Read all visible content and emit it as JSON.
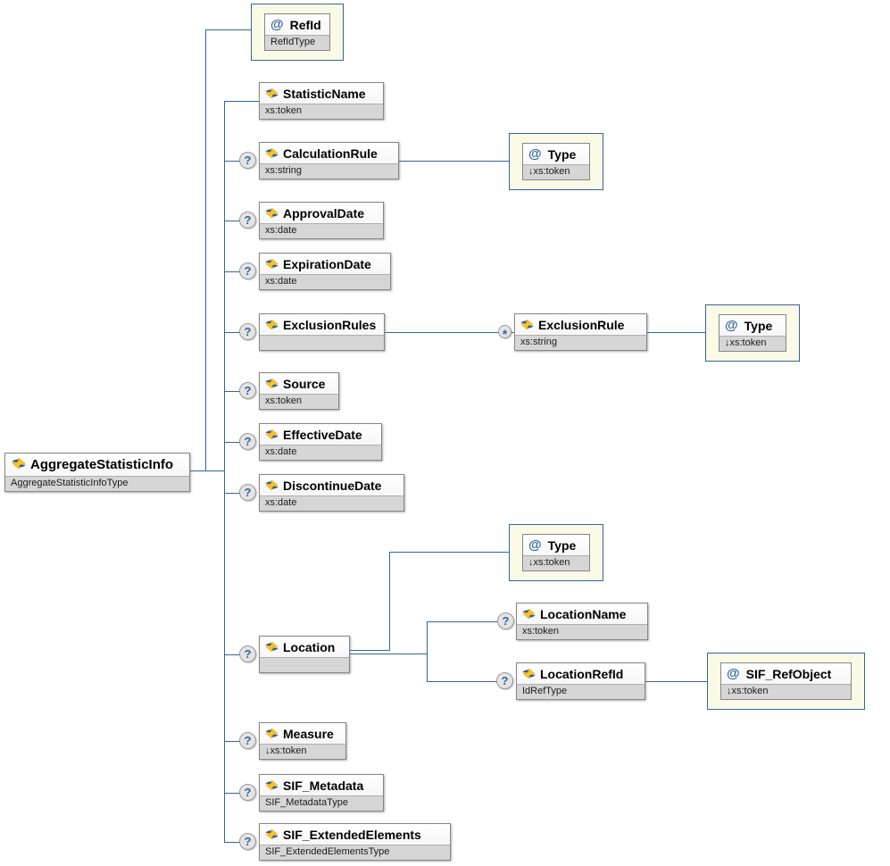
{
  "symbols": {
    "at": "@",
    "optional": "?",
    "repeat": "*"
  },
  "nodes": {
    "root": {
      "name": "AggregateStatisticInfo",
      "type": "AggregateStatisticInfoType"
    },
    "refid": {
      "name": "RefId",
      "type": "RefIdType"
    },
    "statisticName": {
      "name": "StatisticName",
      "type": "xs:token"
    },
    "calculationRule": {
      "name": "CalculationRule",
      "type": "xs:string"
    },
    "calcType": {
      "name": "Type",
      "type": "↓xs:token"
    },
    "approvalDate": {
      "name": "ApprovalDate",
      "type": "xs:date"
    },
    "expirationDate": {
      "name": "ExpirationDate",
      "type": "xs:date"
    },
    "exclusionRules": {
      "name": "ExclusionRules",
      "type": ""
    },
    "exclusionRule": {
      "name": "ExclusionRule",
      "type": "xs:string"
    },
    "exclType": {
      "name": "Type",
      "type": "↓xs:token"
    },
    "source": {
      "name": "Source",
      "type": "xs:token"
    },
    "effectiveDate": {
      "name": "EffectiveDate",
      "type": "xs:date"
    },
    "discontinueDate": {
      "name": "DiscontinueDate",
      "type": "xs:date"
    },
    "locType": {
      "name": "Type",
      "type": "↓xs:token"
    },
    "locationName": {
      "name": "LocationName",
      "type": "xs:token"
    },
    "location": {
      "name": "Location",
      "type": ""
    },
    "locationRefId": {
      "name": "LocationRefId",
      "type": "IdRefType"
    },
    "sifRefObject": {
      "name": "SIF_RefObject",
      "type": "↓xs:token"
    },
    "measure": {
      "name": "Measure",
      "type": "↓xs:token"
    },
    "sifMetadata": {
      "name": "SIF_Metadata",
      "type": "SIF_MetadataType"
    },
    "sifExtendedElements": {
      "name": "SIF_ExtendedElements",
      "type": "SIF_ExtendedElementsType"
    }
  }
}
